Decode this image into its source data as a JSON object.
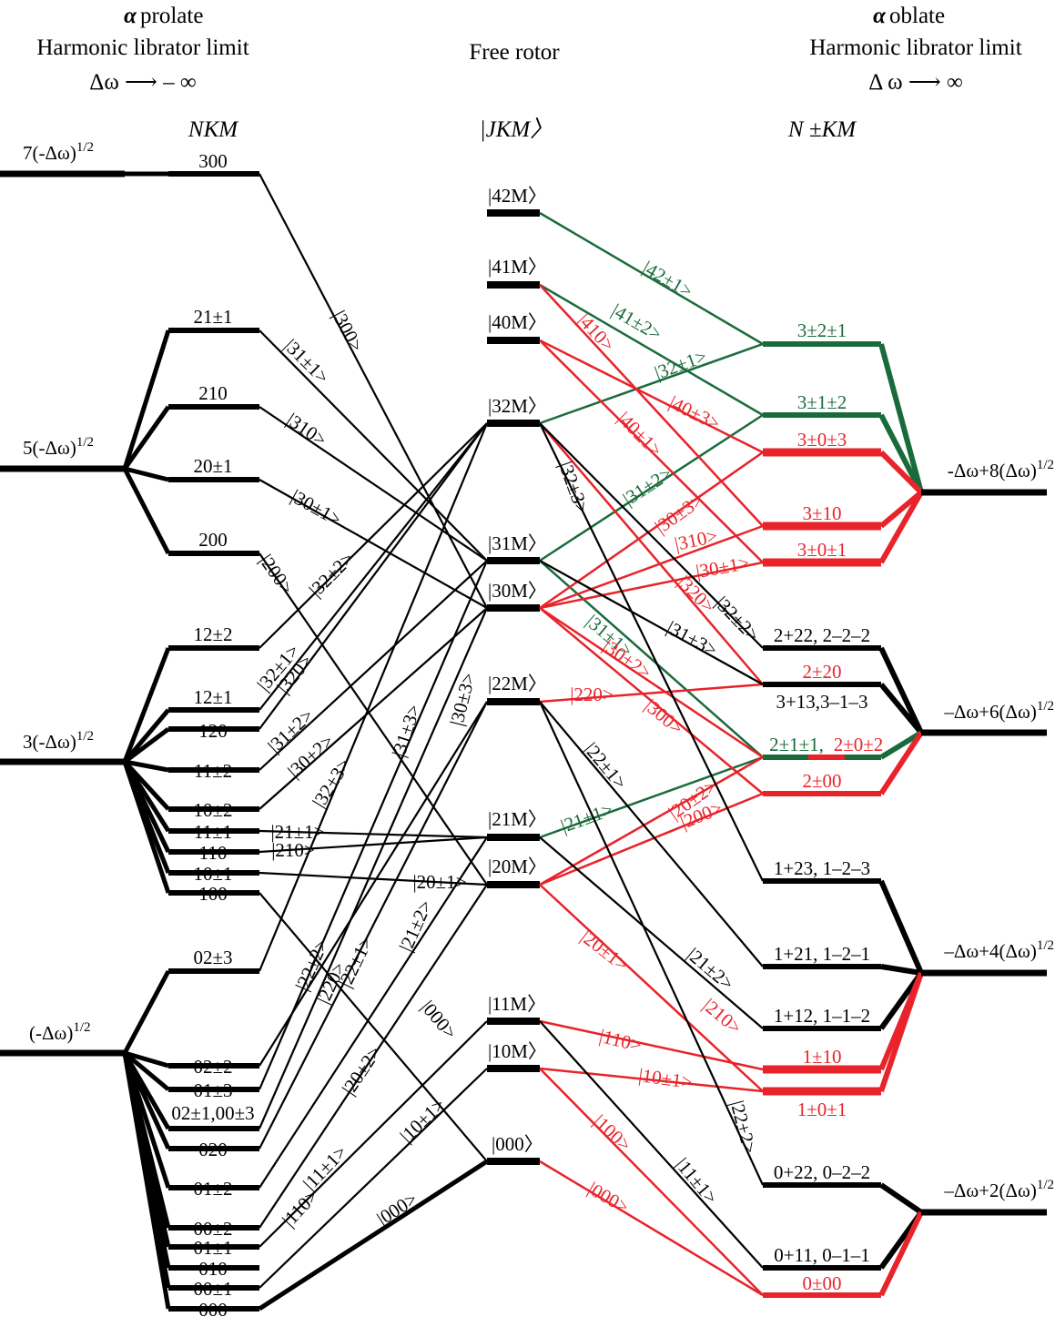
{
  "colors": {
    "black": "#000000",
    "red": "#e8232a",
    "green": "#1a6b3c"
  },
  "headers": {
    "left_alpha": "α",
    "left_title1": "prolate",
    "left_title2": "Harmonic librator limit",
    "left_limit": "Δω ⟶ – ∞",
    "center_title": "Free rotor",
    "right_alpha": "α",
    "right_title1": "oblate",
    "right_title2": "Harmonic librator limit",
    "right_limit": "Δ ω ⟶ ∞",
    "left_col_label": "NKM",
    "center_col_label": "|JKM〉",
    "right_col_label": "N ±KM"
  },
  "left_energies": [
    {
      "label": "7(-Δω)",
      "sup": "1/2"
    },
    {
      "label": "5(-Δω)",
      "sup": "1/2"
    },
    {
      "label": "3(-Δω)",
      "sup": "1/2"
    },
    {
      "label": "(-Δω)",
      "sup": "1/2"
    }
  ],
  "left_levels": [
    "300",
    "21±1",
    "210",
    "20±1",
    "200",
    "12±2",
    "12±1",
    "120",
    "11±2",
    "10±2",
    "11±1",
    "110",
    "10±1",
    "100",
    "02±3",
    "02±2",
    "01±3",
    "02±1,00±3",
    "020",
    "01±2",
    "00±2",
    "01±1",
    "010",
    "00±1",
    "000"
  ],
  "center_levels": [
    "|42M〉",
    "|41M〉",
    "|40M〉",
    "|32M〉",
    "|31M〉",
    "|30M〉",
    "|22M〉",
    "|21M〉",
    "|20M〉",
    "|11M〉",
    "|10M〉",
    "|000〉"
  ],
  "right_energies": [
    {
      "label": "-Δω+8(Δω)",
      "sup": "1/2"
    },
    {
      "label": "–Δω+6(Δω)",
      "sup": "1/2"
    },
    {
      "label": "–Δω+4(Δω)",
      "sup": "1/2"
    },
    {
      "label": "–Δω+2(Δω)",
      "sup": "1/2"
    }
  ],
  "right_levels": [
    {
      "text": "3±2±1",
      "color": "green"
    },
    {
      "text": "3±1±2",
      "color": "green"
    },
    {
      "text": "3±0±3",
      "color": "red"
    },
    {
      "text": "3±10",
      "color": "red"
    },
    {
      "text": "3±0±1",
      "color": "red"
    },
    {
      "text": "2+22, 2–2–2",
      "color": "black"
    },
    {
      "text": "2±20",
      "color": "red"
    },
    {
      "text": "3+13,3–1–3",
      "color": "black"
    },
    {
      "text": "2±1±1,",
      "color": "green"
    },
    {
      "text": "2±0±2",
      "color": "red"
    },
    {
      "text": "2±00",
      "color": "red"
    },
    {
      "text": "1+23, 1–2–3",
      "color": "black"
    },
    {
      "text": "1+21, 1–2–1",
      "color": "black"
    },
    {
      "text": "1+12, 1–1–2",
      "color": "black"
    },
    {
      "text": "1±10",
      "color": "red"
    },
    {
      "text": "1±0±1",
      "color": "red"
    },
    {
      "text": "0+22, 0–2–2",
      "color": "black"
    },
    {
      "text": "0+11, 0–1–1",
      "color": "black"
    },
    {
      "text": "0±00",
      "color": "red"
    }
  ],
  "connection_labels": [
    {
      "text": "|300>",
      "color": "black"
    },
    {
      "text": "|31±1>",
      "color": "black"
    },
    {
      "text": "|310>",
      "color": "black"
    },
    {
      "text": "|30±1>",
      "color": "black"
    },
    {
      "text": "|200>",
      "color": "black"
    },
    {
      "text": "|32±2>",
      "color": "black"
    },
    {
      "text": "|32±1>",
      "color": "black"
    },
    {
      "text": "|320>",
      "color": "black"
    },
    {
      "text": "|31±2>",
      "color": "black"
    },
    {
      "text": "|30±2>",
      "color": "black"
    },
    {
      "text": "|32±3>",
      "color": "black"
    },
    {
      "text": "|31±3>",
      "color": "black"
    },
    {
      "text": "|30±3>",
      "color": "black"
    },
    {
      "text": "|21±1>",
      "color": "black"
    },
    {
      "text": "|210>",
      "color": "black"
    },
    {
      "text": "|20±1>",
      "color": "black"
    },
    {
      "text": "|21±2>",
      "color": "black"
    },
    {
      "text": "|22±1>",
      "color": "black"
    },
    {
      "text": "|22±2>",
      "color": "black"
    },
    {
      "text": "|220>",
      "color": "black"
    },
    {
      "text": "|000>",
      "color": "black"
    },
    {
      "text": "|20±2>",
      "color": "black"
    },
    {
      "text": "|11±1>",
      "color": "black"
    },
    {
      "text": "|110>",
      "color": "black"
    },
    {
      "text": "|10±1>",
      "color": "black"
    },
    {
      "text": "|000>",
      "color": "black"
    },
    {
      "text": "|42±1>",
      "color": "green"
    },
    {
      "text": "|41±2>",
      "color": "green"
    },
    {
      "text": "|410>",
      "color": "red"
    },
    {
      "text": "|32±1>",
      "color": "green"
    },
    {
      "text": "|40±3>",
      "color": "red"
    },
    {
      "text": "|40±1>",
      "color": "red"
    },
    {
      "text": "|32±3>",
      "color": "black"
    },
    {
      "text": "|31±2>",
      "color": "green"
    },
    {
      "text": "|30±3>",
      "color": "red"
    },
    {
      "text": "|310>",
      "color": "red"
    },
    {
      "text": "|30±1>",
      "color": "red"
    },
    {
      "text": "|320>",
      "color": "red"
    },
    {
      "text": "|32±2>",
      "color": "black"
    },
    {
      "text": "|31±1>",
      "color": "green"
    },
    {
      "text": "|31±3>",
      "color": "black"
    },
    {
      "text": "|30±2>",
      "color": "red"
    },
    {
      "text": "|300>",
      "color": "red"
    },
    {
      "text": "|220>",
      "color": "red"
    },
    {
      "text": "|22±1>",
      "color": "black"
    },
    {
      "text": "|20±2>",
      "color": "red"
    },
    {
      "text": "|200>",
      "color": "red"
    },
    {
      "text": "|21±1>",
      "color": "green"
    },
    {
      "text": "|20±1>",
      "color": "red"
    },
    {
      "text": "|21±2>",
      "color": "black"
    },
    {
      "text": "|210>",
      "color": "red"
    },
    {
      "text": "|110>",
      "color": "red"
    },
    {
      "text": "|10±1>",
      "color": "red"
    },
    {
      "text": "|100>",
      "color": "red"
    },
    {
      "text": "|22±2>",
      "color": "black"
    },
    {
      "text": "|11±1>",
      "color": "black"
    },
    {
      "text": "|000>",
      "color": "red"
    }
  ]
}
